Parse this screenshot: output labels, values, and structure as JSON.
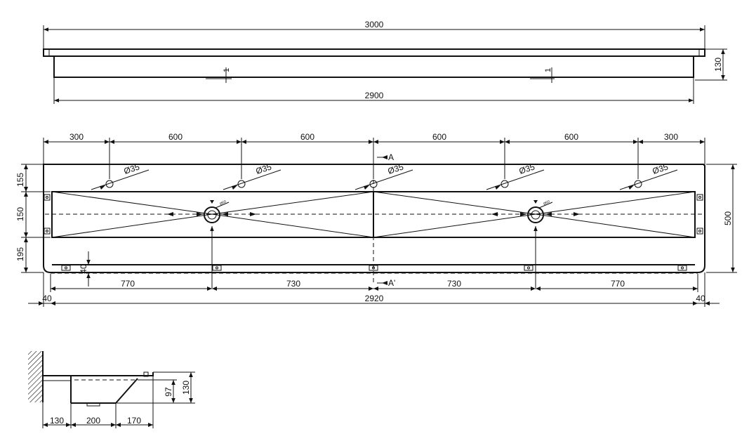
{
  "top_view": {
    "overall_width": "3000",
    "inner_width": "2900",
    "height": "130"
  },
  "plan_view": {
    "tap_spacing": [
      "300",
      "600",
      "600",
      "600",
      "600",
      "300"
    ],
    "hole_label": "Ø35",
    "section_top": "A",
    "section_bottom": "A'",
    "rows": [
      "155",
      "150",
      "195"
    ],
    "depth": "500",
    "small_depth": "40",
    "drain_spacing": [
      "770",
      "730",
      "730",
      "770"
    ],
    "edge": "40",
    "total": "2920",
    "drain_label": "Ø50"
  },
  "section_view": {
    "bottom_dims": [
      "130",
      "200",
      "170"
    ],
    "inner_height": "97",
    "outer_height": "130"
  },
  "colors": {
    "line": "#111111",
    "background": "#ffffff"
  }
}
